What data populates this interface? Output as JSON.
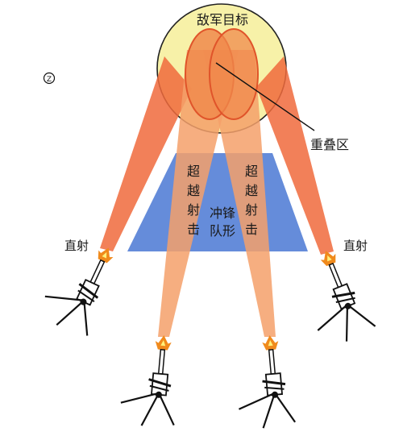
{
  "labels": {
    "enemy_target": "敌军目标",
    "overlap_zone": "重叠区",
    "direct_fire_left": "直射",
    "direct_fire_right": "直射",
    "overfire_left": [
      "超",
      "越",
      "射",
      "击"
    ],
    "overfire_right": [
      "超",
      "越",
      "射",
      "击"
    ],
    "assault_formation_line1": "冲锋",
    "assault_formation_line2": "队形",
    "corner_mark": "Z"
  },
  "colors": {
    "target_fill": "#f7f1a8",
    "beam_fill": "#f06a3c",
    "beam_inner": "#f5a06a",
    "formation_fill": "#4a78d4",
    "muzzle_flame": "#f08a1c",
    "muzzle_core": "#fff07a",
    "tripod": "#1a1a1a"
  },
  "icons": [
    "machine-gun-on-tripod-icon",
    "muzzle-flash-icon"
  ]
}
